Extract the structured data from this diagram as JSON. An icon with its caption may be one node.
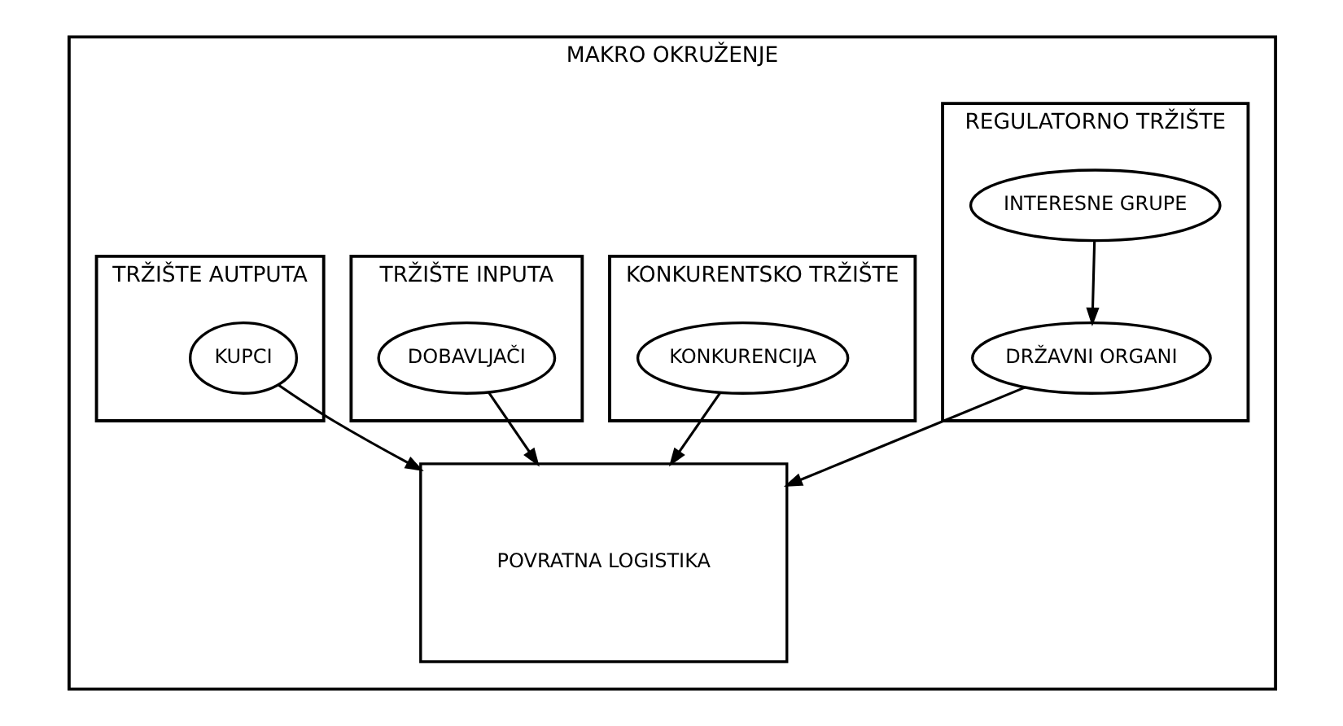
{
  "diagram": {
    "nodes": [
      {
        "text": [
          "MAKRO OKRUŽENJE"
        ]
      },
      {
        "text": [
          "REGULATORNO TRŽIŠTE"
        ],
        "in": 0
      },
      {
        "text": [
          "INTERESNE GRUPE"
        ],
        "in": 1
      },
      {
        "text": [
          "DRŽAVNI ORGANI"
        ],
        "in": 1
      },
      {
        "text": [
          "TRŽIŠTE INPUTA"
        ],
        "in": 0
      },
      {
        "text": [
          "DOBAVLJAČI"
        ],
        "in": 4
      },
      {
        "text": [
          "POVRATNA LOGISTIKA"
        ],
        "in": 0
      },
      {
        "text": [
          "TRŽIŠTE AUTPUTA"
        ],
        "in": 0
      },
      {
        "text": [
          "KUPCI"
        ],
        "in": 7
      },
      {
        "text": [
          "KONKURENTSKO TRŽIŠTE"
        ],
        "in": 0
      },
      {
        "text": [
          "KONKURENCIJA"
        ],
        "in": 9
      }
    ],
    "edges": [
      {
        "from": 2,
        "to": 3,
        "arrow": "to"
      },
      {
        "from": 3,
        "to": 6,
        "arrow": "to"
      },
      {
        "from": 5,
        "to": 6,
        "arrow": "to"
      },
      {
        "from": 8,
        "to": 6,
        "arrow": "to"
      },
      {
        "from": 10,
        "to": 6,
        "arrow": "to"
      }
    ]
  }
}
